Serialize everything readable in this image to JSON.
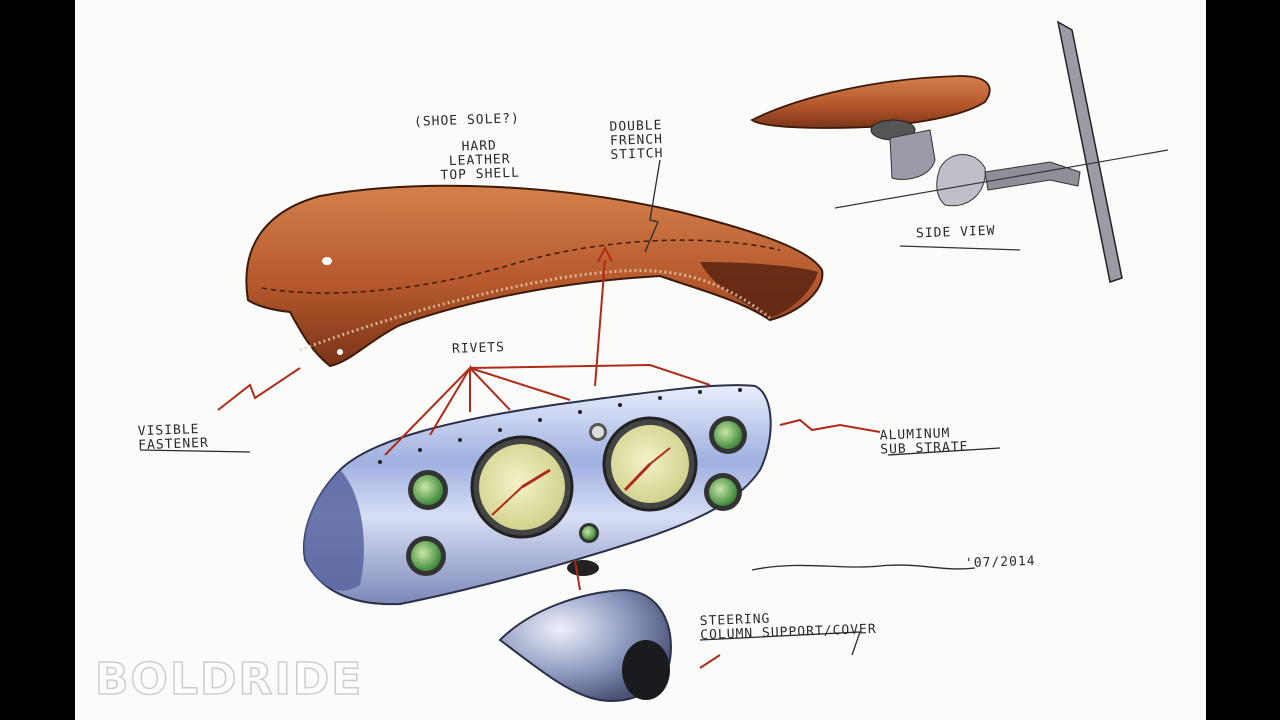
{
  "annotations": {
    "shoe_sole": "(SHOE SOLE?)",
    "hard_leather": "HARD\nLEATHER\nTOP SHELL",
    "double_stitch": "DOUBLE\nFRENCH\nSTITCH",
    "side_view": "SIDE VIEW",
    "rivets": "RIVETS",
    "visible_fastener": "VISIBLE\nFASTENER",
    "aluminum": "ALUMINUM\nSUB STRATE",
    "signature_date": "'07/2014",
    "steering": "STEERING\nCOLUMN SUPPORT/COVER"
  },
  "watermark": "BOLDRIDE",
  "colors": {
    "leather": "#b5582c",
    "leather_dark": "#6b2a14",
    "aluminum": "#aab6d8",
    "gauge_face": "#e8e6b0",
    "small_gauge": "#6fae5a",
    "arrow_red": "#b02a1a"
  }
}
